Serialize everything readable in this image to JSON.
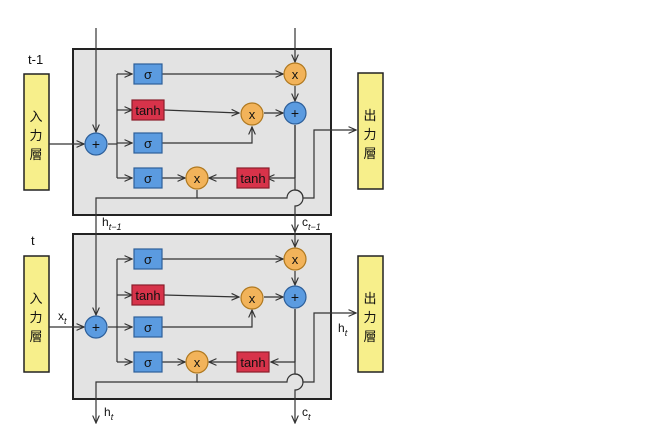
{
  "colors": {
    "cell_fill": "#e3e3e3",
    "cell_stroke": "#222222",
    "sigmoid_fill": "#5b9be0",
    "sigmoid_stroke": "#2d5f9a",
    "tanh_fill": "#d7334a",
    "tanh_stroke": "#8a1e2b",
    "mult_fill": "#f2b35a",
    "mult_stroke": "#b07920",
    "add_fill": "#5b9be0",
    "add_stroke": "#2d5f9a",
    "io_fill": "#f7ef8b",
    "io_stroke": "#222222",
    "line": "#333333"
  },
  "top_cell": {
    "time_label": "t-1",
    "input_label": [
      "入",
      "力",
      "層"
    ],
    "output_label": [
      "出",
      "力",
      "層"
    ],
    "h_label": "h",
    "h_sub": "t−1",
    "c_label": "c",
    "c_sub": "t−1"
  },
  "bottom_cell": {
    "time_label": "t",
    "input_label": [
      "入",
      "力",
      "層"
    ],
    "output_label": [
      "出",
      "力",
      "層"
    ],
    "x_label": "x",
    "x_sub": "t",
    "h_out_label": "h",
    "h_out_sub": "t",
    "h_label": "h",
    "h_sub": "t",
    "c_label": "c",
    "c_sub": "t"
  },
  "gates": {
    "sigma": "σ",
    "tanh": "tanh",
    "mult": "x",
    "add": "+"
  }
}
